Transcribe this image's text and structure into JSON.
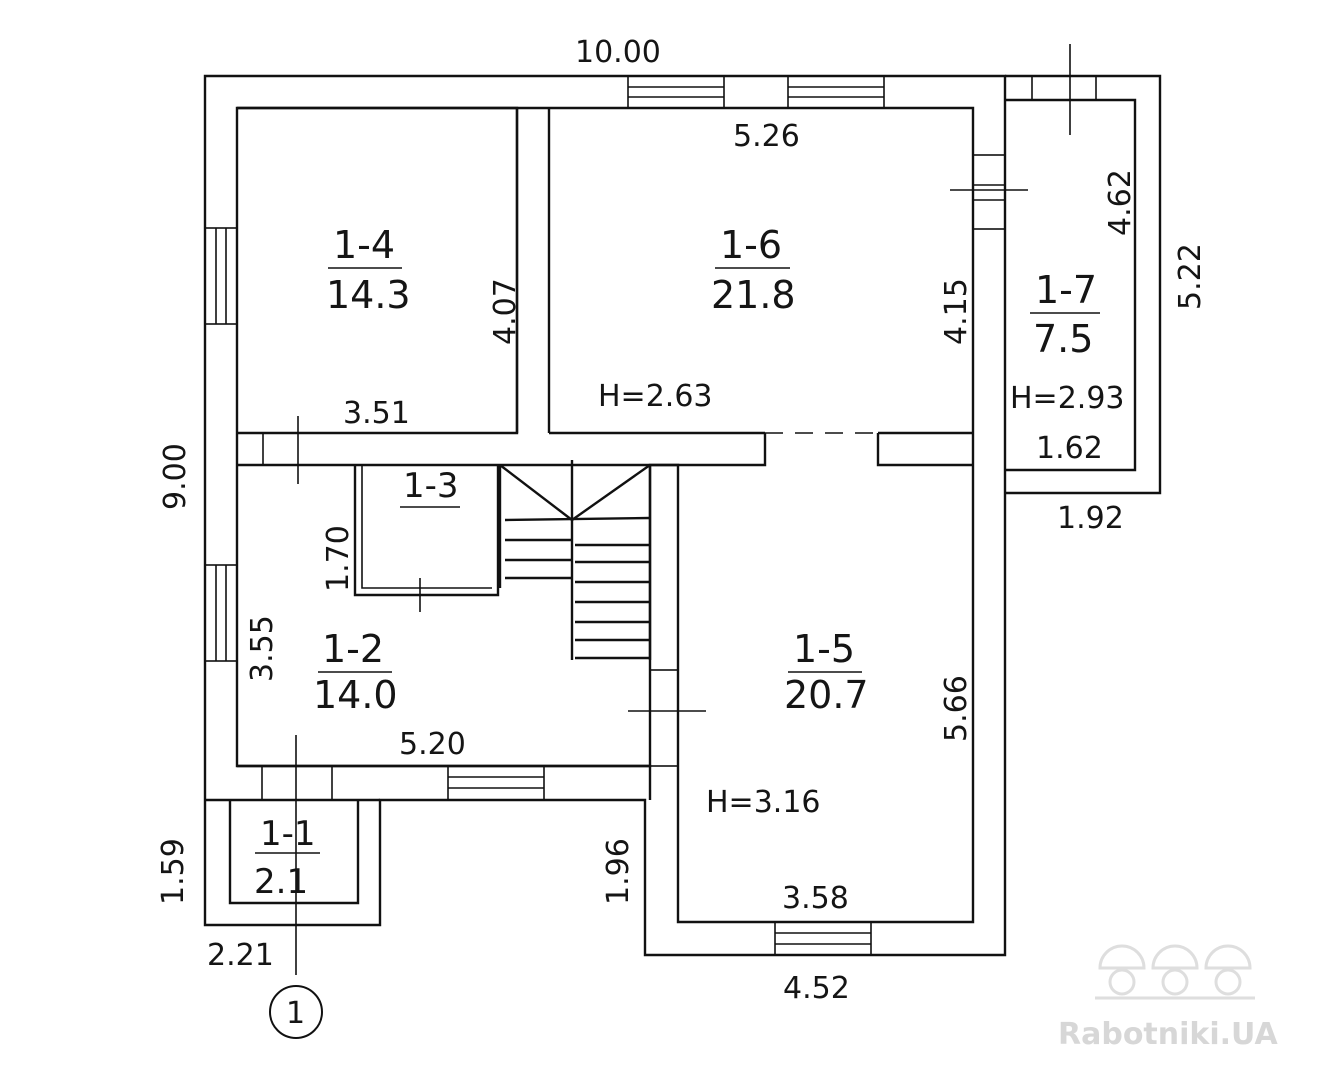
{
  "dimensions": {
    "overall_width": "10.00",
    "overall_height": "9.00",
    "d_526": "5.26",
    "d_407": "4.07",
    "d_351": "3.51",
    "d_415": "4.15",
    "d_462": "4.62",
    "d_522": "5.22",
    "d_162": "1.62",
    "d_192": "1.92",
    "d_170": "1.70",
    "d_355": "3.55",
    "d_520": "5.20",
    "d_566": "5.66",
    "d_358": "3.58",
    "d_452": "4.52",
    "d_196": "1.96",
    "d_159": "1.59",
    "d_221": "2.21"
  },
  "rooms": {
    "r14": {
      "id": "1-4",
      "area": "14.3"
    },
    "r16": {
      "id": "1-6",
      "area": "21.8",
      "height": "H=2.63"
    },
    "r17": {
      "id": "1-7",
      "area": "7.5",
      "height": "H=2.93"
    },
    "r13": {
      "id": "1-3"
    },
    "r12": {
      "id": "1-2",
      "area": "14.0"
    },
    "r15": {
      "id": "1-5",
      "area": "20.7",
      "height": "H=3.16"
    },
    "r11": {
      "id": "1-1",
      "area": "2.1"
    }
  },
  "section_marker": "1",
  "watermark": "Rabotniki.UA"
}
